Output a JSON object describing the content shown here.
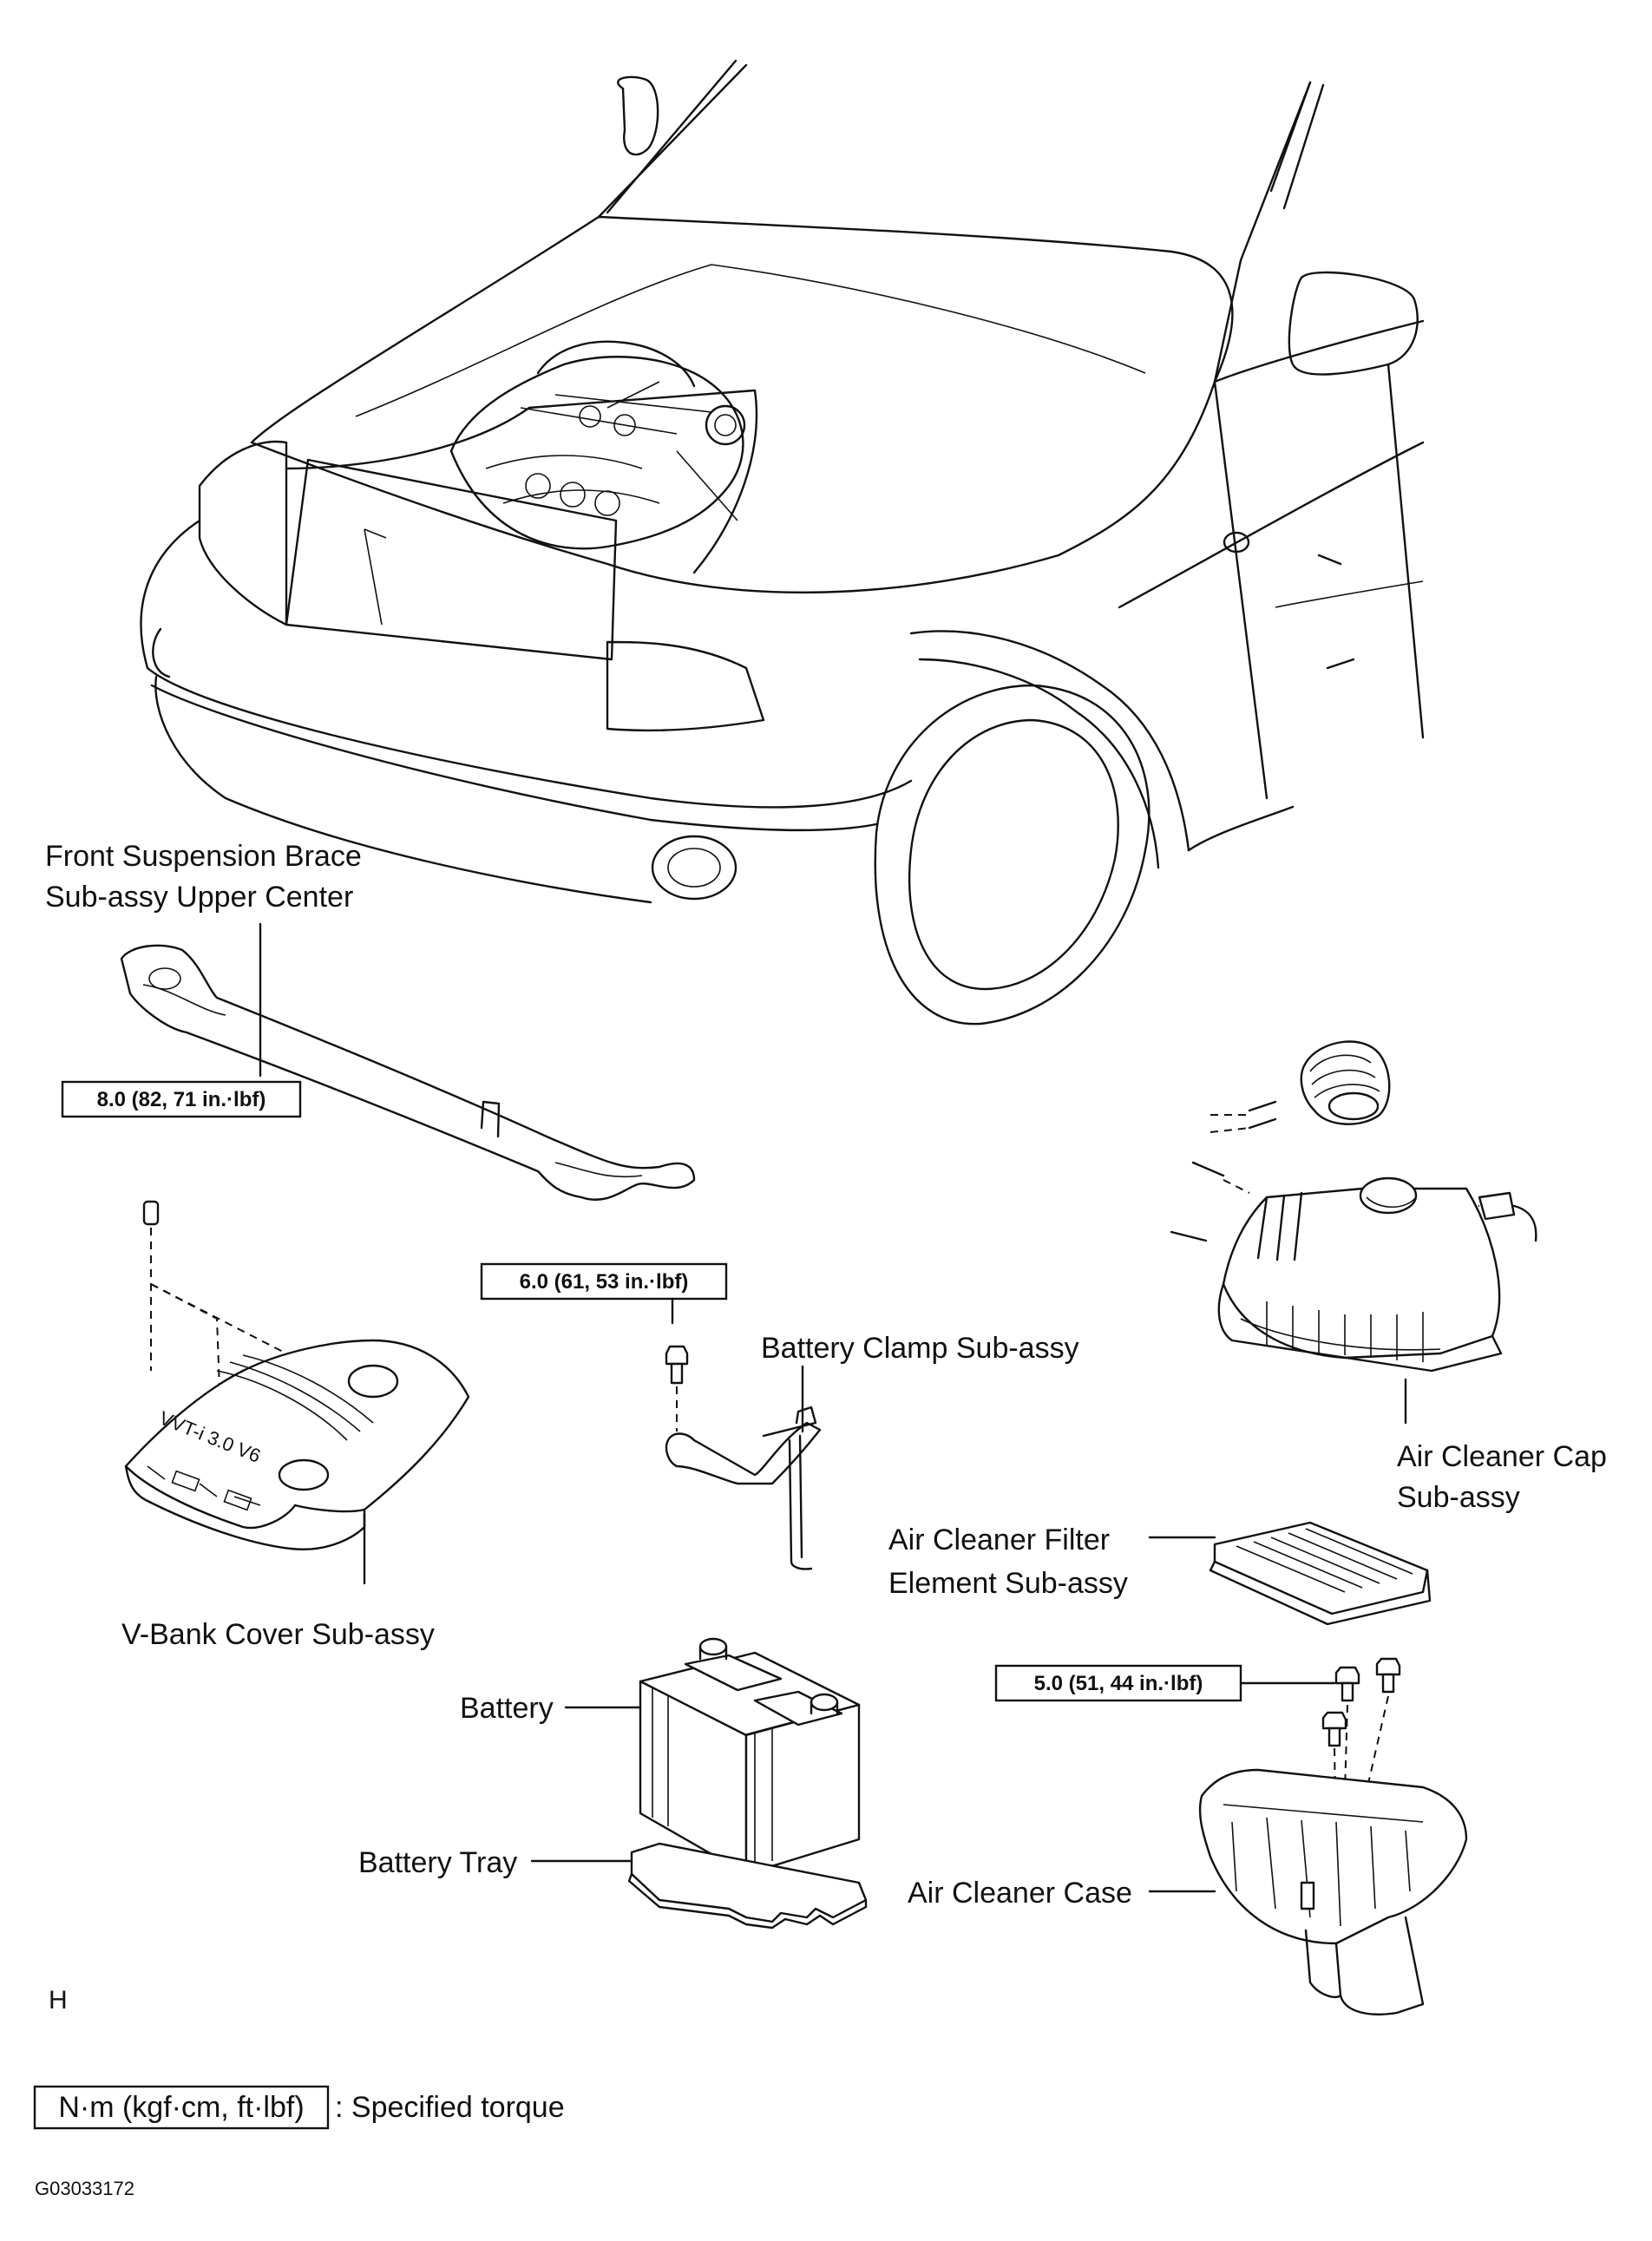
{
  "labels": {
    "front_brace_line1": "Front Suspension Brace",
    "front_brace_line2": "Sub-assy Upper Center",
    "battery_clamp": "Battery Clamp Sub-assy",
    "air_cleaner_cap_line1": "Air Cleaner Cap",
    "air_cleaner_cap_line2": "Sub-assy",
    "air_cleaner_filter_line1": "Air Cleaner Filter",
    "air_cleaner_filter_line2": "Element  Sub-assy",
    "v_bank_cover": "V-Bank  Cover  Sub-assy",
    "battery": "Battery",
    "battery_tray": "Battery Tray",
    "air_cleaner_case": "Air Cleaner Case"
  },
  "torques": {
    "v_bank": "8.0 (82, 71 in.·lbf)",
    "battery_clamp": "6.0 (61, 53 in.·lbf)",
    "air_cleaner_case": "5.0 (51, 44 in.·lbf)"
  },
  "legend": {
    "box_text": "N·m (kgf·cm, ft·lbf)",
    "desc": ": Specified torque"
  },
  "footer": {
    "marker": "H",
    "figure_id": "G03033172"
  },
  "cover_emblem": "VVT-i 3.0 V6"
}
